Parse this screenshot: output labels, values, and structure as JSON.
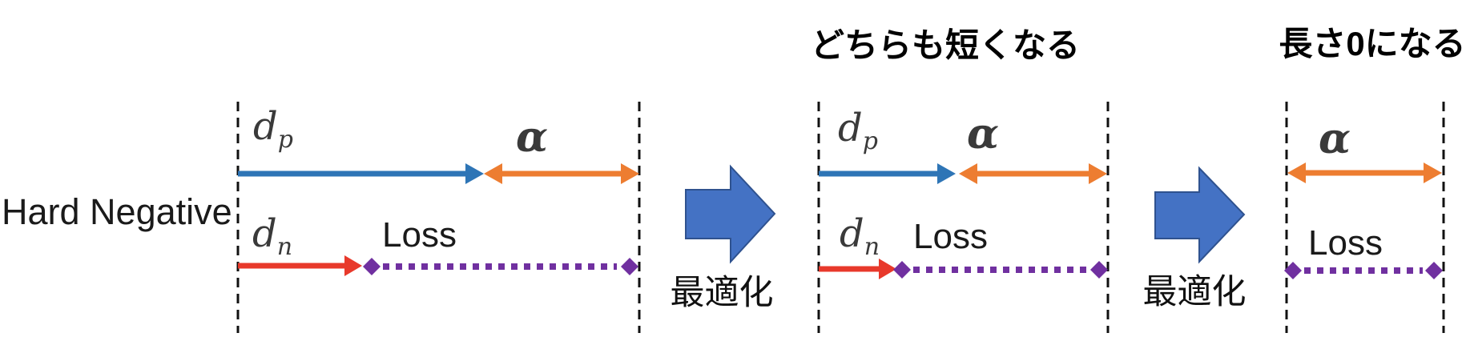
{
  "row_label": "Hard Negative",
  "panels": [
    {
      "title": "",
      "dp_base": "d",
      "dp_sub": "p",
      "alpha": "α",
      "dn_base": "d",
      "dn_sub": "n",
      "loss": "Loss"
    },
    {
      "title": "どちらも短くなる",
      "dp_base": "d",
      "dp_sub": "p",
      "alpha": "α",
      "dn_base": "d",
      "dn_sub": "n",
      "loss": "Loss"
    },
    {
      "title": "長さ0になる",
      "alpha": "α",
      "loss": "Loss"
    }
  ],
  "transitions": [
    {
      "label": "最適化"
    },
    {
      "label": "最適化"
    }
  ],
  "colors": {
    "blue": "#2E75B6",
    "orange": "#ED7D31",
    "red": "#E8392B",
    "purple": "#7030A0",
    "big_arrow_fill": "#4472C4",
    "big_arrow_border": "#2F528F",
    "dashed_line": "#111111"
  }
}
